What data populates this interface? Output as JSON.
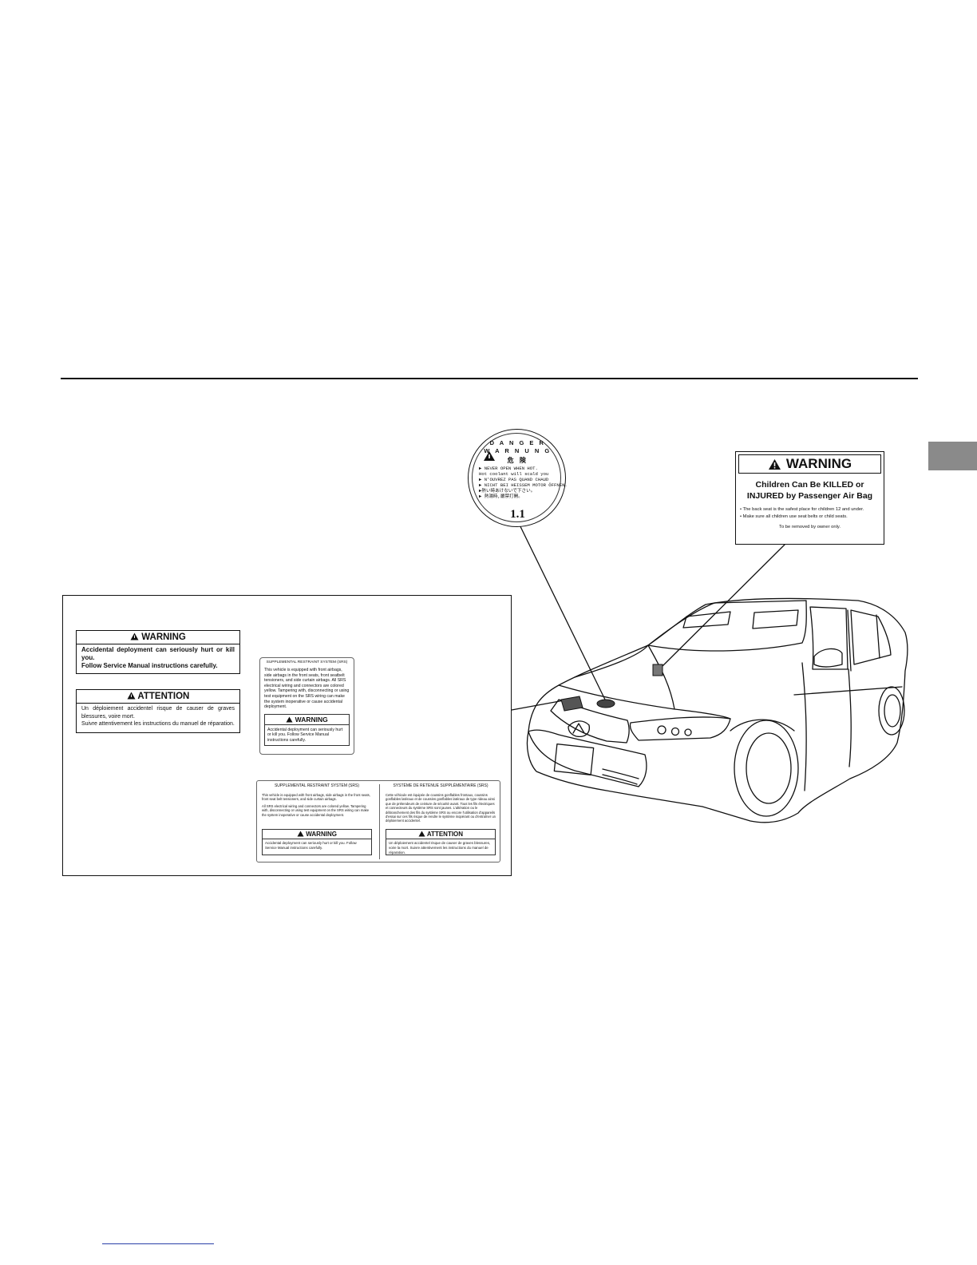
{
  "cap_label": {
    "line1": "D A N G E R",
    "line2": "W A R N U N G",
    "line3": "危     険",
    "items": [
      "▶ NEVER OPEN WHEN HOT.",
      "   Hot coolant will scald you",
      "▶ N'OUVREZ PAS QUAND CHAUD",
      "▶ NICHT BEI HEISSEM MOTOR ÖFFNEN.",
      "▶熱い時あけないで下さい。",
      "  ▶ 熱湯時,嚴禁打開。"
    ],
    "number": "1.1"
  },
  "visor_label": {
    "heading": "WARNING",
    "title_line1": "Children Can Be KILLED or",
    "title_line2": "INJURED by Passenger Air Bag",
    "bullet1": "• The back seat is the safest place for children 12 and under.",
    "bullet2": "• Make sure all children use seat belts or child seats.",
    "footer": "To be removed by owner only."
  },
  "srs_warning_en": {
    "heading": "WARNING",
    "body_line1": "Accidental deployment can seriously hurt or kill you.",
    "body_line2": "Follow Service Manual instructions carefully."
  },
  "srs_attention_fr": {
    "heading": "ATTENTION",
    "body_line1": "Un déploiement accidentel risque de causer de graves blessures, voire mort.",
    "body_line2": "Suivre attentivement les instructions du manuel de réparation."
  },
  "srs_mid": {
    "heading": "SUPPLEMENTAL RESTRAINT SYSTEM (SRS)",
    "body": "This vehicle is equipped with front airbags, side airbags in the front seats, front seatbelt tensioners, and side curtain airbags. All SRS electrical wiring and connectors are colored yellow. Tampering with, disconnecting or using test equipment on the SRS wiring can make the system inoperative or cause accidental deployment.",
    "warn_heading": "WARNING",
    "warn_body": "Accidental deployment can seriously hurt or kill you. Follow Service Manual instructions carefully."
  },
  "srs_wide": {
    "left_heading": "SUPPLEMENTAL RESTRAINT SYSTEM (SRS)",
    "left_body1": "This vehicle is equipped with front airbags, side airbags in the front seats, front seat belt tensioners, and side curtain airbags.",
    "left_body2": "All SRS electrical wiring and connectors are colored yellow. Tampering with, disconnecting or using test equipment on the SRS wiring can make the system inoperative or cause accidental deployment.",
    "left_warn_heading": "WARNING",
    "left_warn_body": "Accidental deployment can seriously hurt or kill you. Follow Service Manual instructions carefully.",
    "right_heading": "SYSTÈME DE RETENUE SUPPLÉMENTAIRE (SRS)",
    "right_body": "Cette véhicule est équipée de coussins gonflables frontaux, coussins gonflables latéraux et de coussins gonflables latéraux de type rideau ainsi que de prétendeurs de ceinture de sécurité avant. Tous les fils électriques et connecteurs du système SRS sont jaunes. L'altération ou le débranchement des fils du système SRS ou encore l'utilisation d'appareils d'essai sur ces fils risque de rendre le système inopérant ou d'entraîner un déploiement accidentel.",
    "right_warn_heading": "ATTENTION",
    "right_warn_body": "Un déploiement accidentel risque de causer de graves blessures, voire la mort. Suivre attentivement les instructions du manuel de réparation."
  },
  "colors": {
    "ink": "#111111",
    "side_tab": "#8a8a8a",
    "link_underline": "#2a3fa8"
  }
}
